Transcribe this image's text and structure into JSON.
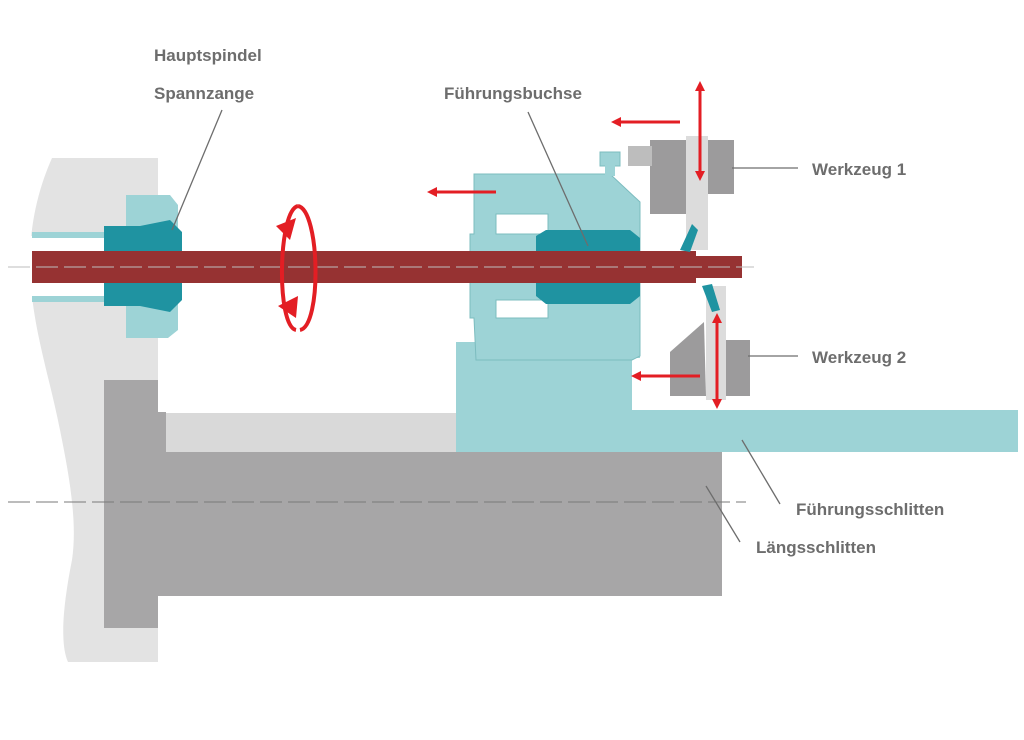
{
  "labels": {
    "hauptspindel": "Hauptspindel",
    "spannzange": "Spannzange",
    "fuehrungsbuchse": "Führungsbuchse",
    "werkzeug1": "Werkzeug 1",
    "werkzeug2": "Werkzeug 2",
    "fuehrungsschlitten": "Führungsschlitten",
    "laengsschlitten": "Längsschlitten"
  },
  "colors": {
    "workpiece": "#963232",
    "collet": "#1f93a1",
    "guide_light": "#9dd3d6",
    "spindle_light": "#e3e3e3",
    "slide_dark": "#a7a6a7",
    "tool": "#9c9b9c",
    "tool_light": "#dcdcdc",
    "arrow": "#e31e24",
    "leader": "#6d6d6d"
  }
}
